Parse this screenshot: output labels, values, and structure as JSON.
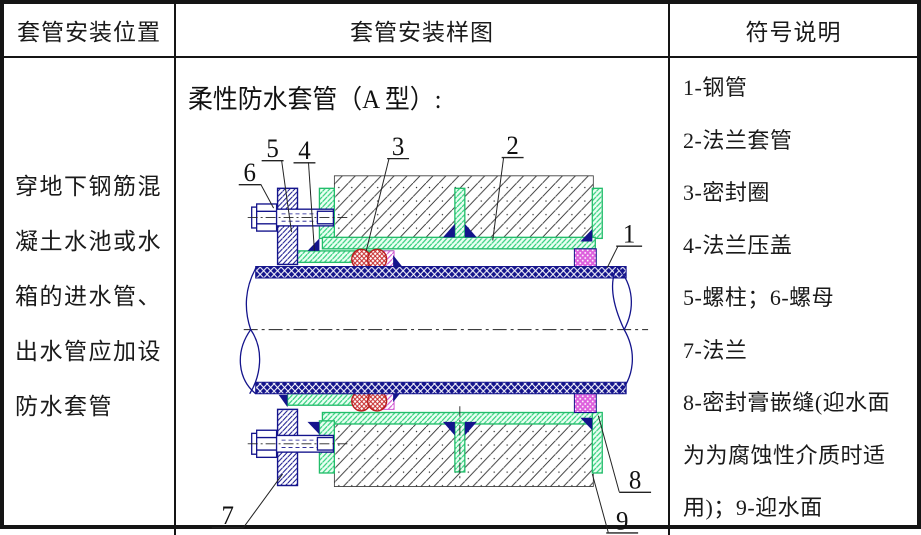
{
  "table": {
    "headers": [
      "套管安装位置",
      "套管安装样图",
      "符号说明"
    ]
  },
  "position": {
    "text": "穿地下钢筋混\n凝土水池或水\n箱的进水管、\n出水管应加设\n防水套管"
  },
  "diagram": {
    "title": "柔性防水套管（A 型）:",
    "callouts": {
      "c1": "1",
      "c2": "2",
      "c3": "3",
      "c4": "4",
      "c5": "5",
      "c6": "6",
      "c7": "7",
      "c8": "8",
      "c9": "9"
    }
  },
  "legend": {
    "items": [
      "1-钢管",
      "2-法兰套管",
      "3-密封圈",
      "4-法兰压盖",
      "5-螺柱；6-螺母",
      "7-法兰",
      "8-密封膏嵌缝(迎水面为为腐蚀性介质时适用)；9-迎水面"
    ]
  },
  "colors": {
    "line_navy": "#14148c",
    "green": "#2fcf7c",
    "red": "#c62828",
    "magenta": "#cf4fcf",
    "concrete_line": "#2a2a2a",
    "border": "#151515"
  }
}
